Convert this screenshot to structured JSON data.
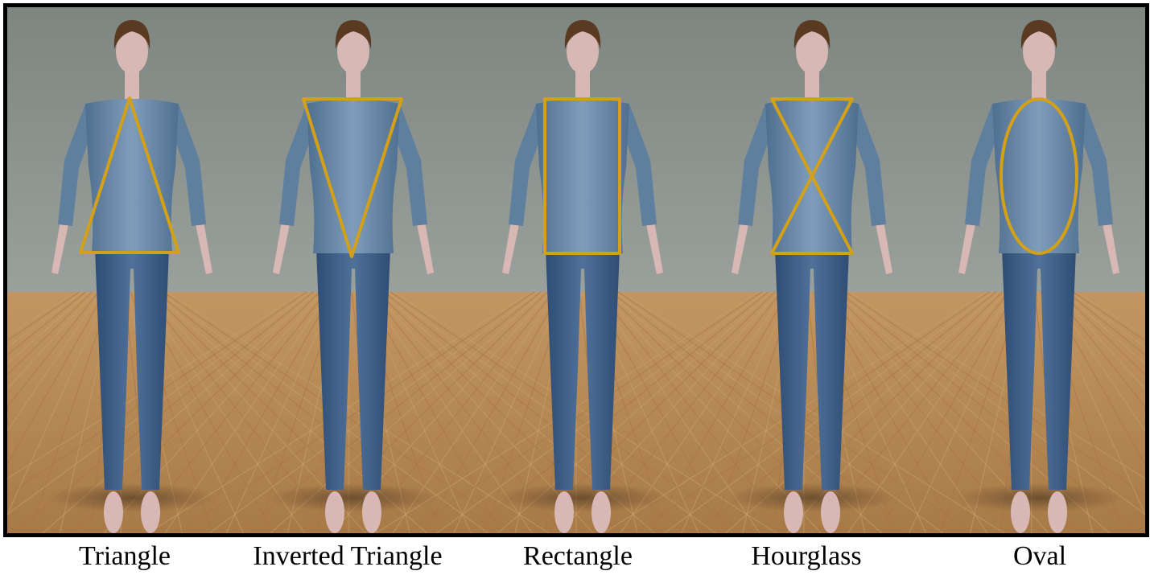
{
  "figures": [
    {
      "label": "Triangle",
      "shape": "triangle"
    },
    {
      "label": "Inverted Triangle",
      "shape": "inverted-triangle"
    },
    {
      "label": "Rectangle",
      "shape": "rectangle"
    },
    {
      "label": "Hourglass",
      "shape": "hourglass"
    },
    {
      "label": "Oval",
      "shape": "oval"
    }
  ],
  "colors": {
    "wall": "#8a918d",
    "floor": "#b98a55",
    "shirt": "#5f7f9f",
    "jeans": "#3f5f86",
    "skin": "#d7b8b4",
    "hair": "#5b3a22",
    "overlay": "#d4a017"
  }
}
